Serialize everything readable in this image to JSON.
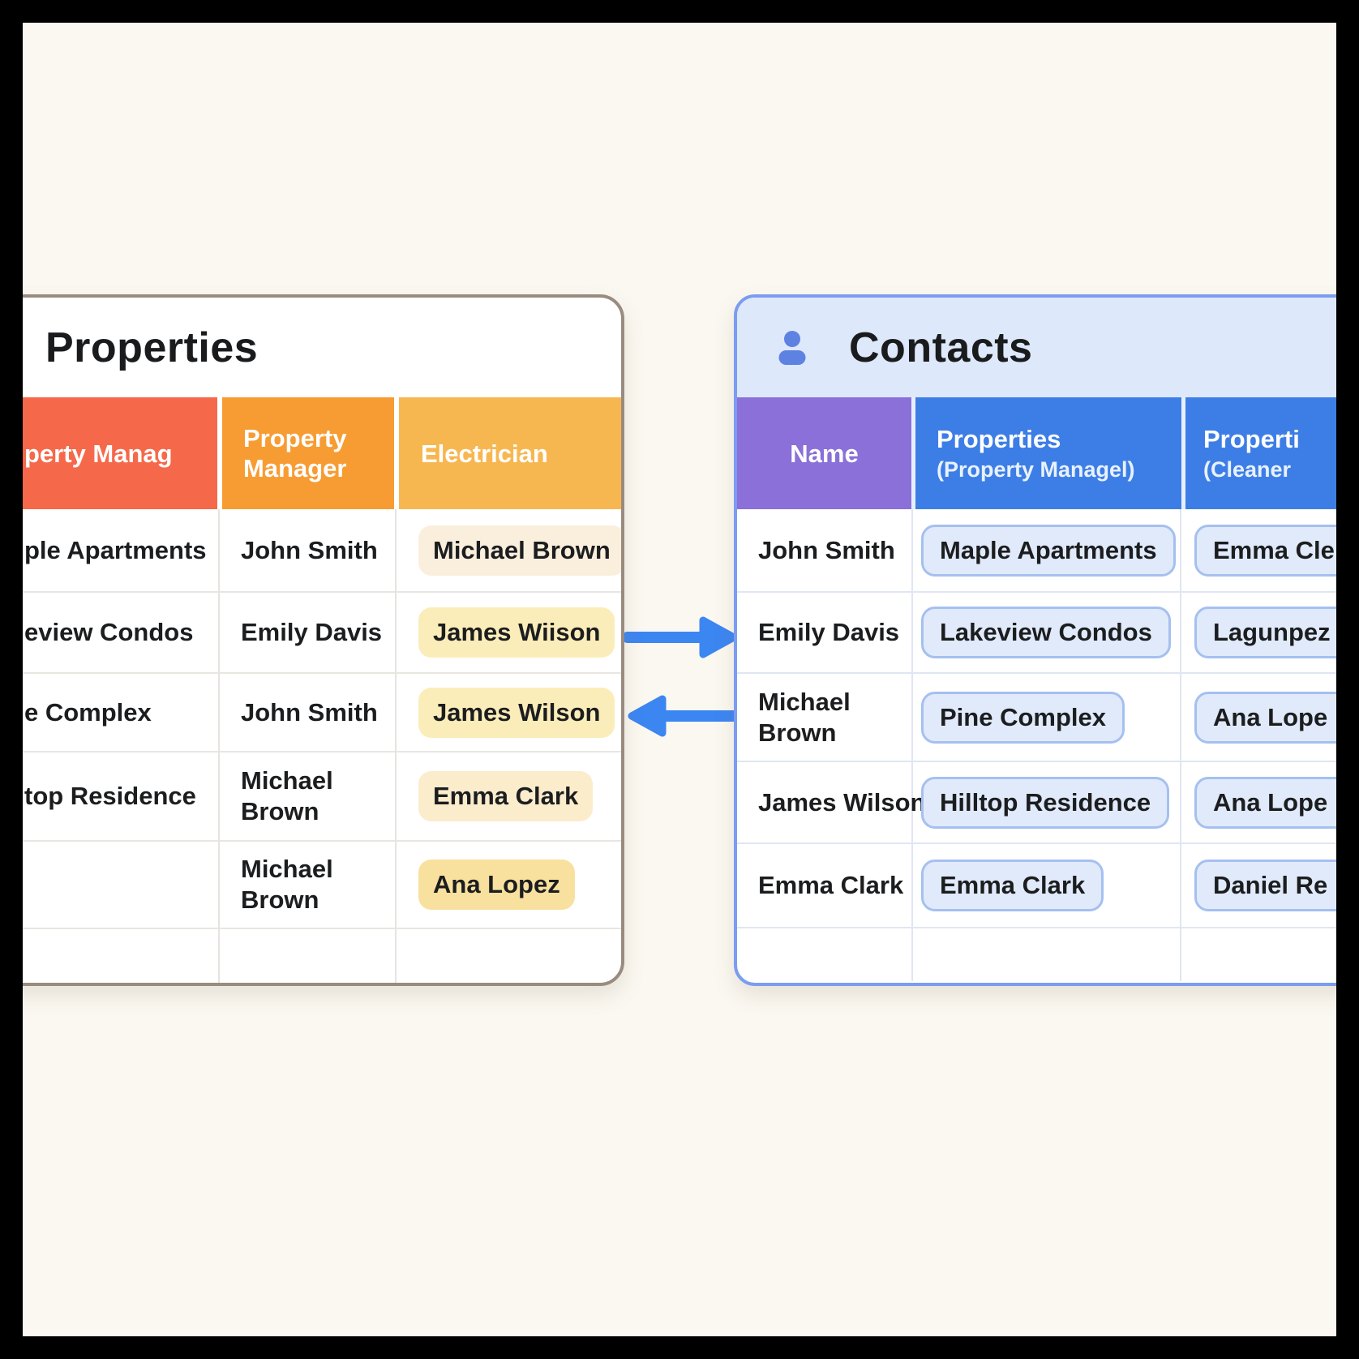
{
  "canvas": {
    "background": "#fbf8f1",
    "frame_color": "#000000"
  },
  "arrows": {
    "color": "#3c86f2",
    "right_arrow": "properties-to-contacts",
    "left_arrow": "contacts-to-properties"
  },
  "properties_table": {
    "title": "Properties",
    "border_color": "#9a8b80",
    "header": {
      "col1": {
        "label": "perty Manag",
        "color": "#f5694a"
      },
      "col2": {
        "label": "Property Manager",
        "color": "#f79c33"
      },
      "col3": {
        "label": "Electrician",
        "color": "#f7b750"
      }
    },
    "rows": [
      {
        "property": "ple Apartments",
        "manager": "John Smith",
        "electrician": "Michael Brown",
        "chip_color": "#faefdd"
      },
      {
        "property": "eview Condos",
        "manager": "Emily Davis",
        "electrician": "James Wiison",
        "chip_color": "#fbedb9"
      },
      {
        "property": "e Complex",
        "manager": "John Smith",
        "electrician": "James Wilson",
        "chip_color": "#fbedb9"
      },
      {
        "property": "top Residence",
        "manager": "Michael Brown",
        "electrician": "Emma Clark",
        "chip_color": "#fbeccc"
      },
      {
        "property": "",
        "manager": "Michael Brown",
        "electrician": "Ana Lopez",
        "chip_color": "#f8e09e"
      }
    ]
  },
  "contacts_table": {
    "title": "Contacts",
    "icon": "person-icon",
    "border_color": "#7b9cf0",
    "title_band_color": "#dde8fa",
    "chip_fill": "#e0eafa",
    "chip_border": "#a5c0f0",
    "header": {
      "col1": {
        "label": "Name",
        "color": "#8a70d8"
      },
      "col2": {
        "label": "Properties",
        "sublabel": "(Property Managel)",
        "color": "#3d7ee6"
      },
      "col3": {
        "label": "Properti",
        "sublabel": "(Cleaner",
        "color": "#3d7ee6"
      }
    },
    "rows": [
      {
        "name": "John Smith",
        "property": "Maple Apartments",
        "cleaner": "Emma Cle"
      },
      {
        "name": "Emily Davis",
        "property": "Lakeview Condos",
        "cleaner": "Lagunpez"
      },
      {
        "name": "Michael Brown",
        "property": "Pine Complex",
        "cleaner": "Ana Lope"
      },
      {
        "name": "James Wilson",
        "property": "Hilltop Residence",
        "cleaner": "Ana Lope"
      },
      {
        "name": "Emma Clark",
        "property": "Emma Clark",
        "cleaner": "Daniel Re"
      }
    ]
  }
}
